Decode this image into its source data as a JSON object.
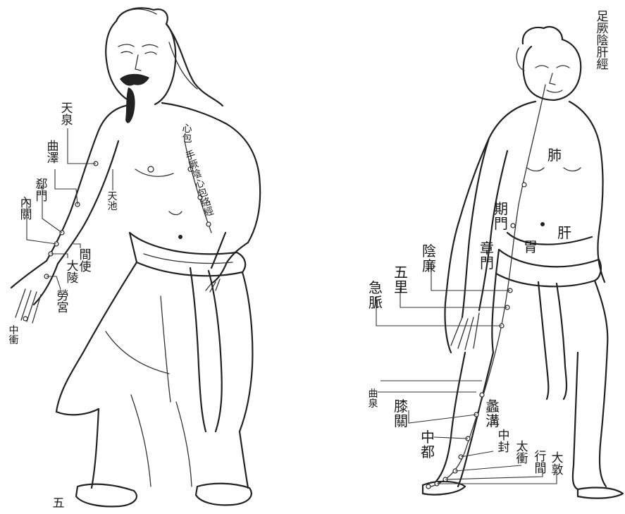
{
  "figure_left": {
    "points": [
      {
        "id": "tianquan",
        "text": "天泉"
      },
      {
        "id": "quze",
        "text": "曲澤"
      },
      {
        "id": "ximen",
        "text": "郄門"
      },
      {
        "id": "neiguan",
        "text": "內關"
      },
      {
        "id": "jianshi",
        "text": "間使"
      },
      {
        "id": "daling",
        "text": "大陵"
      },
      {
        "id": "laogong",
        "text": "勞宮"
      },
      {
        "id": "zhongchong",
        "text": "中衝"
      },
      {
        "id": "tianchi",
        "text": "天池"
      }
    ],
    "channel_label": "手厥陰心包絡經",
    "chest_label": "心包",
    "footnote": "五"
  },
  "figure_right": {
    "title": "足厥陰肝經",
    "points": [
      {
        "id": "qimen",
        "text": "期門"
      },
      {
        "id": "zhangmen",
        "text": "章門"
      },
      {
        "id": "yinlian",
        "text": "陰廉"
      },
      {
        "id": "wuli",
        "text": "五里"
      },
      {
        "id": "jimai",
        "text": "急脈"
      },
      {
        "id": "ququan",
        "text": "曲泉"
      },
      {
        "id": "xiguan",
        "text": "膝關"
      },
      {
        "id": "zhongdu",
        "text": "中都"
      },
      {
        "id": "ligou",
        "text": "蠡溝"
      },
      {
        "id": "zhongfeng",
        "text": "中封"
      },
      {
        "id": "taichong",
        "text": "太衝"
      },
      {
        "id": "xingjian",
        "text": "行間"
      },
      {
        "id": "dadun",
        "text": "大敦"
      }
    ],
    "organ_labels": [
      {
        "id": "lung",
        "text": "肺"
      },
      {
        "id": "liver",
        "text": "肝"
      },
      {
        "id": "stomach",
        "text": "胃"
      }
    ]
  }
}
